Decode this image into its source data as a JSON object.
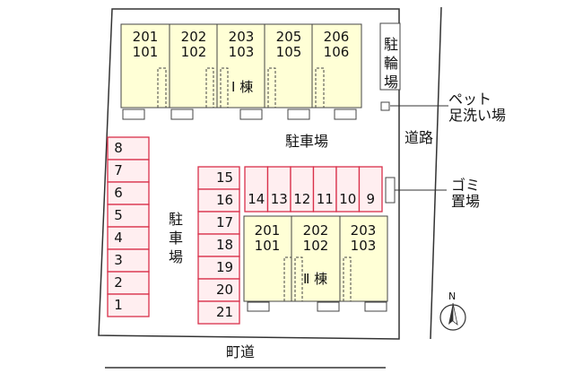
{
  "building_1": {
    "name": "Ⅰ 棟",
    "units": [
      {
        "upper": "201",
        "lower": "101"
      },
      {
        "upper": "202",
        "lower": "102"
      },
      {
        "upper": "203",
        "lower": "103"
      },
      {
        "upper": "205",
        "lower": "105"
      },
      {
        "upper": "206",
        "lower": "106"
      }
    ]
  },
  "building_2": {
    "name": "Ⅱ 棟",
    "units": [
      {
        "upper": "201",
        "lower": "101"
      },
      {
        "upper": "202",
        "lower": "102"
      },
      {
        "upper": "203",
        "lower": "103"
      }
    ]
  },
  "parking": {
    "left_column": [
      "8",
      "7",
      "6",
      "5",
      "4",
      "3",
      "2",
      "1"
    ],
    "middle_column": [
      "15",
      "16",
      "17",
      "18",
      "19",
      "20",
      "21"
    ],
    "top_row": [
      "14",
      "13",
      "12",
      "11",
      "10",
      "9"
    ]
  },
  "labels": {
    "bicycle_parking": "駐\n輪\n場",
    "parking": "駐車場",
    "parking_vertical": "駐\n車\n場",
    "road": "道路",
    "pet_foot_wash_1": "ペット",
    "pet_foot_wash_2": "足洗い場",
    "garbage_1": "ゴミ",
    "garbage_2": "置場",
    "town_road": "町道",
    "north": "N"
  },
  "colors": {
    "building_fill": "#ffffd6",
    "parking_fill": "#ffeef0",
    "parking_stroke": "#d9304a"
  }
}
